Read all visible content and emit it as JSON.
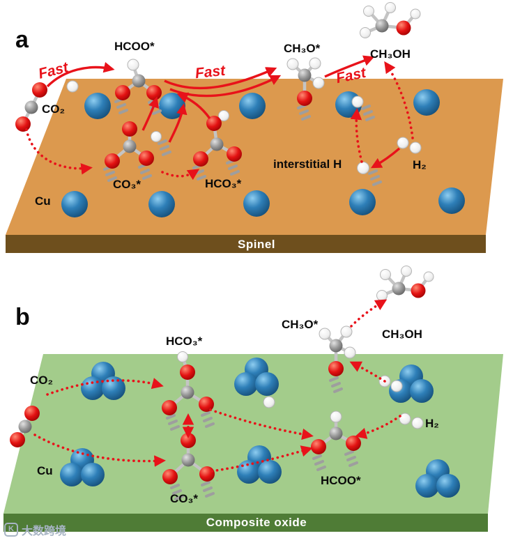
{
  "watermark": {
    "logo": "K",
    "text": "大数跨境"
  },
  "panel_a": {
    "id_label": "a",
    "surface": "Spinel",
    "kinetics": {
      "fast": "Fast"
    },
    "species": {
      "co2": "CO₂",
      "hcoo": "HCOO*",
      "co3": "CO₃*",
      "hco3": "HCO₃*",
      "ch3o": "CH₃O*",
      "ch3oh": "CH₃OH",
      "h2": "H₂",
      "interstitial_h": "interstitial H",
      "cu": "Cu"
    }
  },
  "panel_b": {
    "id_label": "b",
    "surface": "Composite oxide",
    "species": {
      "co2": "CO₂",
      "hco3": "HCO₃*",
      "co3": "CO₃*",
      "hcoo": "HCOO*",
      "ch3o": "CH₃O*",
      "ch3oh": "CH₃OH",
      "h2": "H₂",
      "cu": "Cu"
    }
  }
}
